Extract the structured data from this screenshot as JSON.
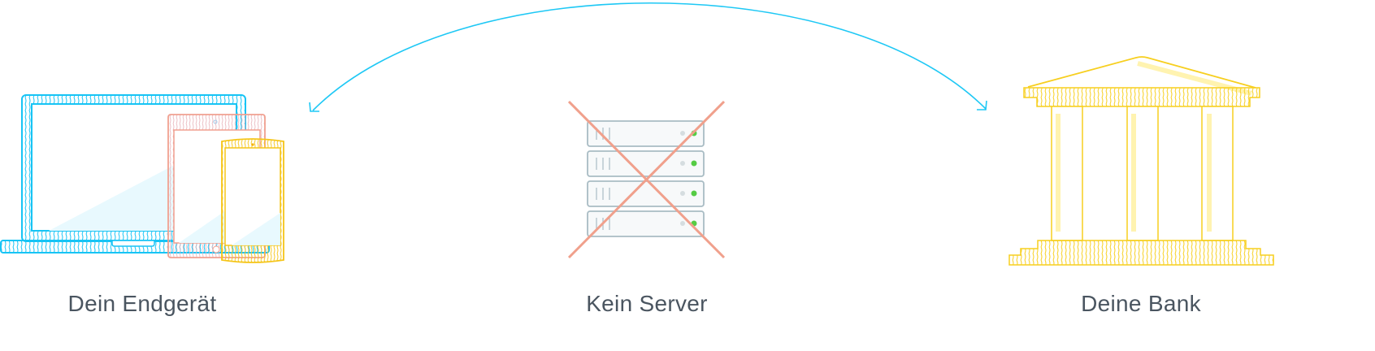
{
  "labels": {
    "device": "Dein Endgerät",
    "server": "Kein Server",
    "bank": "Deine Bank"
  },
  "colors": {
    "arrow": "#1ec8f5",
    "laptop": "#17c4f5",
    "tablet": "#f0a090",
    "phone": "#f5c518",
    "bank": "#f7cf1f",
    "cross": "#f0a08c",
    "server_stroke": "#a9bcc4",
    "led_green": "#55cc44"
  }
}
